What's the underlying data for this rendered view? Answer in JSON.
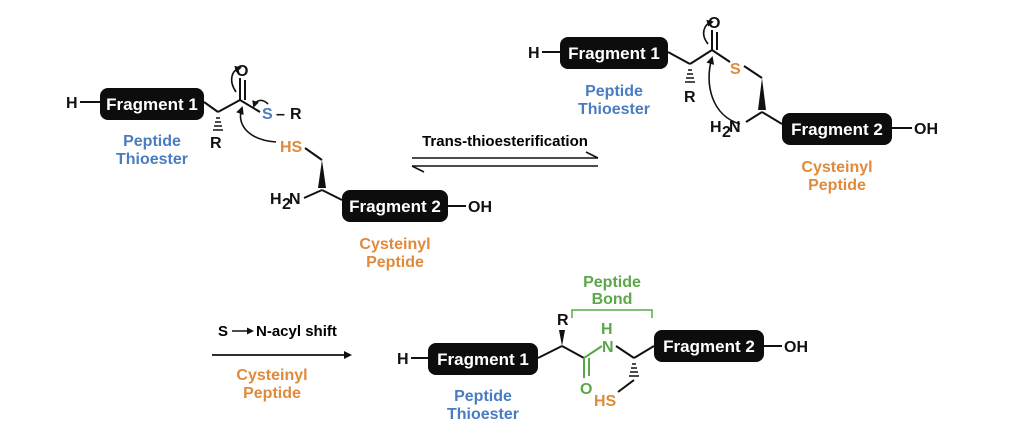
{
  "colors": {
    "fragment_bg": "#0d0d0d",
    "thioester_blue": "#4a7cc2",
    "cysteinyl_orange": "#e08a3c",
    "peptide_bond_green": "#5aa84a"
  },
  "fragments": {
    "f1": "Fragment 1",
    "f2": "Fragment 2"
  },
  "atoms": {
    "H": "H",
    "O": "O",
    "S": "S",
    "R": "R",
    "HS": "HS",
    "H2N_main": "H",
    "H2N_sub": "2",
    "H2N_N": "N",
    "OH": "OH",
    "N": "N",
    "NH_H": "H",
    "SR": "S",
    "SR_dash": "–",
    "SR_R": "R"
  },
  "labels": {
    "peptide_thioester_1": "Peptide",
    "peptide_thioester_2": "Thioester",
    "cysteinyl_1": "Cysteinyl",
    "cysteinyl_2": "Peptide",
    "peptide_bond_1": "Peptide",
    "peptide_bond_2": "Bond"
  },
  "reactions": {
    "step1": "Trans-thioesterification",
    "step2_S": "S",
    "step2_rest": "N-acyl shift",
    "step2_reagent_1": "Cysteinyl",
    "step2_reagent_2": "Peptide"
  }
}
